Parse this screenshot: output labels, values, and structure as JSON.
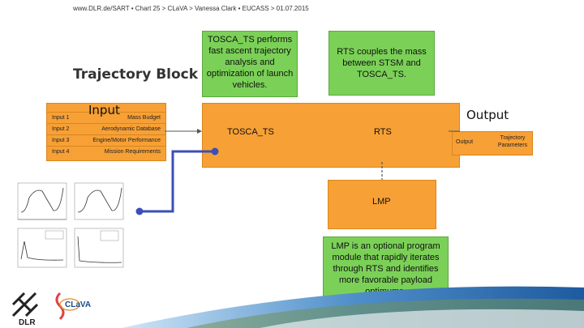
{
  "header": "www.DLR.de/SART  •  Chart 25   > CLaVA  > Vanessa Clark  •  EUCASS  > 01.07.2015",
  "title": "Trajectory Block",
  "green_boxes": {
    "tosca_note": "TOSCA_TS performs fast ascent trajectory analysis and optimization of launch vehicles.",
    "rts_note": "RTS couples the mass between STSM and TOSCA_TS.",
    "lmp_note": "LMP is an optional program module that rapidly iterates through RTS and identifies more favorable payload optimums."
  },
  "input": {
    "heading": "Input",
    "rows": [
      {
        "label": "Input 1",
        "value": "Mass Budget"
      },
      {
        "label": "Input 2",
        "value": "Aerodynamic Database"
      },
      {
        "label": "Input 3",
        "value": "Engine/Motor Performance"
      },
      {
        "label": "Input 4",
        "value": "Mission Requirements"
      }
    ]
  },
  "blocks": {
    "tosca": "TOSCA_TS",
    "rts": "RTS",
    "lmp": "LMP"
  },
  "output": {
    "heading": "Output",
    "label": "Output",
    "value": "Trajectory Parameters"
  },
  "logos": {
    "dlr": "DLR",
    "clava": "CLaVA"
  },
  "colors": {
    "green": "#7bd157",
    "orange": "#f7a035",
    "connector": "#3b4fb8"
  }
}
